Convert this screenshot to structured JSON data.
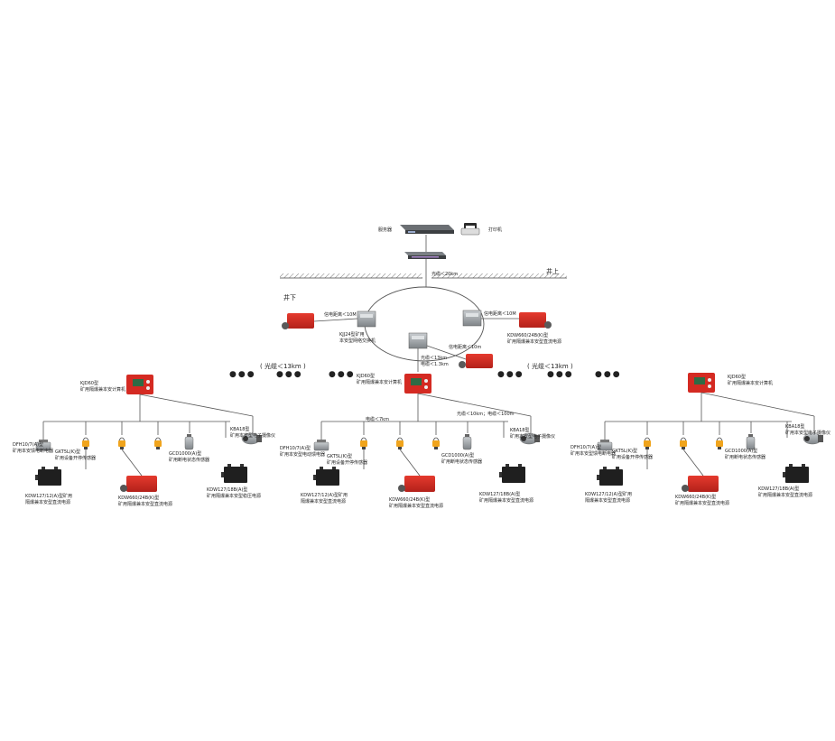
{
  "colors": {
    "red_device": "#d42a22",
    "red_dark": "#9e1d18",
    "metal": "#9ea3a7",
    "metal_dark": "#6e7377",
    "sensor_yellow": "#f0a41c",
    "black_box": "#1f1f1f",
    "line": "#555555"
  },
  "top": {
    "server_label": "服务器",
    "printer_label": "打印机",
    "fiber_label": "光缆＜20km",
    "above_ground": "井上",
    "below_ground": "井下"
  },
  "ring": {
    "left_signal": "信电距离＜10M",
    "left_switch": [
      "KJJ24型矿用",
      "本安型网络交换机"
    ],
    "right_signal": "信电距离＜10M",
    "right_power": [
      "KDW660/24B(K)型",
      "矿用隔爆兼本安型直流电源"
    ],
    "bottom_signal": "信电距离＜10m",
    "down_fiber": "光缆＜13km",
    "down_cable": "电缆＜1.3km"
  },
  "links": {
    "left_link": "( 光缆＜13km )",
    "right_link": "( 光缆＜13km )"
  },
  "groups": {
    "left": {
      "computer": [
        "KJD60型",
        "矿用隔爆兼本安计算机"
      ],
      "motor_ctrl": [
        "DFH10/7(A)型",
        "矿用本安馈电断电器"
      ],
      "gk_sensor": [
        "GKT5L(K)型",
        "矿用设备开停传感器"
      ],
      "gcd_sensor": [
        "GCD1000(A)型",
        "矿用断电状态传感器"
      ],
      "kba_sensor": [
        "KBA18型",
        "矿用本安型电子摄像仪"
      ],
      "power_a": [
        "KDW127/12(A)型矿用",
        "隔爆兼本安型直流电源"
      ],
      "power_b": [
        "KDW660/24B(K)型",
        "矿用隔爆兼本安型直流电源"
      ],
      "power_c": [
        "KDW127/18B(A)型",
        "矿用隔爆兼本安型稳压电源"
      ]
    },
    "middle": {
      "computer": [
        "KJD60型",
        "矿用隔爆兼本安计算机"
      ],
      "cable_label": "电缆＜7km",
      "right_cable": "光缆＜10km；电缆＜100m",
      "motor_ctrl": [
        "DFH10/7(A)型",
        "矿用本安型电动馈电器"
      ],
      "gk_sensor": [
        "GKT5L(K)型",
        "矿用设备开停传感器"
      ],
      "gcd_sensor": [
        "GCD1000(A)型",
        "矿用断电状态传感器"
      ],
      "kba_sensor": [
        "KBA18型",
        "矿用本安型电子摄像仪"
      ],
      "power_a": [
        "KDW127/12(A)型矿用",
        "隔爆兼本安型直流电源"
      ],
      "power_b": [
        "KDW660/24B(K)型",
        "矿用隔爆兼本安型直流电源"
      ],
      "power_c": [
        "KDW127/18B(A)型",
        "矿用隔爆兼本安型直流电源"
      ]
    },
    "right": {
      "computer": [
        "KJD60型",
        "矿用隔爆兼本安计算机"
      ],
      "motor_ctrl": [
        "DFH10/7(A)型",
        "矿用本安型馈电断电器"
      ],
      "gk_sensor": [
        "GKT5L(K)型",
        "矿用设备开停传感器"
      ],
      "gcd_sensor": [
        "GCD1000(A)型",
        "矿用断电状态传感器"
      ],
      "kba_sensor": [
        "KBA18型",
        "矿用本安型电子摄像仪"
      ],
      "power_a": [
        "KDW127/12(A)型矿用",
        "隔爆兼本安型直流电源"
      ],
      "power_b": [
        "KDW660/24B(K)型",
        "矿用隔爆兼本安型直流电源"
      ],
      "power_c": [
        "KDW127/18B(A)型",
        "矿用隔爆兼本安型直流电源"
      ]
    }
  }
}
